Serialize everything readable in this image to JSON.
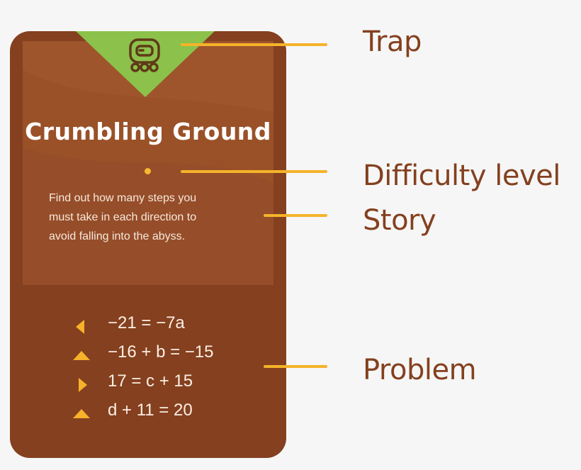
{
  "card": {
    "title": "Crumbling Ground",
    "difficulty_level": 1,
    "story_lines": [
      "Find out how many steps you",
      "must take in each direction to",
      "avoid falling into the abyss."
    ],
    "trap_icon": "glyph-stone-icon",
    "problems": [
      {
        "arrow": "left-arrow-icon",
        "text": "−21 = −7a"
      },
      {
        "arrow": "up-arrow-icon",
        "text": "−16 + b = −15"
      },
      {
        "arrow": "right-arrow-icon",
        "text": "17 = c + 15"
      },
      {
        "arrow": "up-arrow-icon",
        "text": "d + 11 = 20"
      }
    ]
  },
  "labels": {
    "trap": "Trap",
    "difficulty": "Difficulty level",
    "story": "Story",
    "problem": "Problem"
  },
  "colors": {
    "card": "#84401f",
    "panel": "#9a5128",
    "trap_green": "#8cc14b",
    "accent": "#f5b32a",
    "label_text": "#84401f"
  }
}
